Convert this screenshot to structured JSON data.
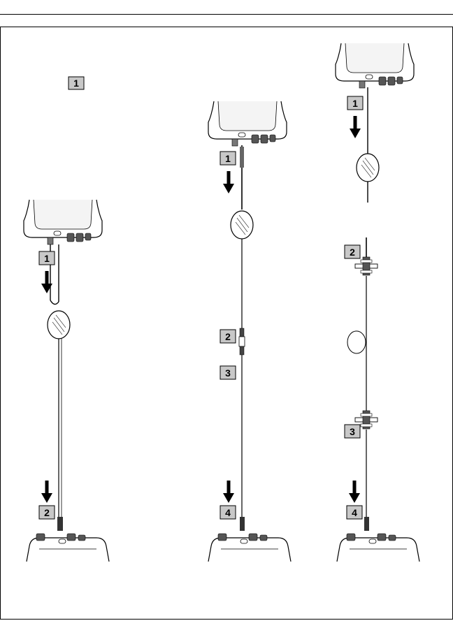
{
  "step_labels": {
    "legend": "1",
    "diagram_a": [
      "1",
      "2"
    ],
    "diagram_b": [
      "1",
      "2",
      "3",
      "4"
    ],
    "diagram_c": [
      "1",
      "2",
      "3",
      "4"
    ]
  }
}
